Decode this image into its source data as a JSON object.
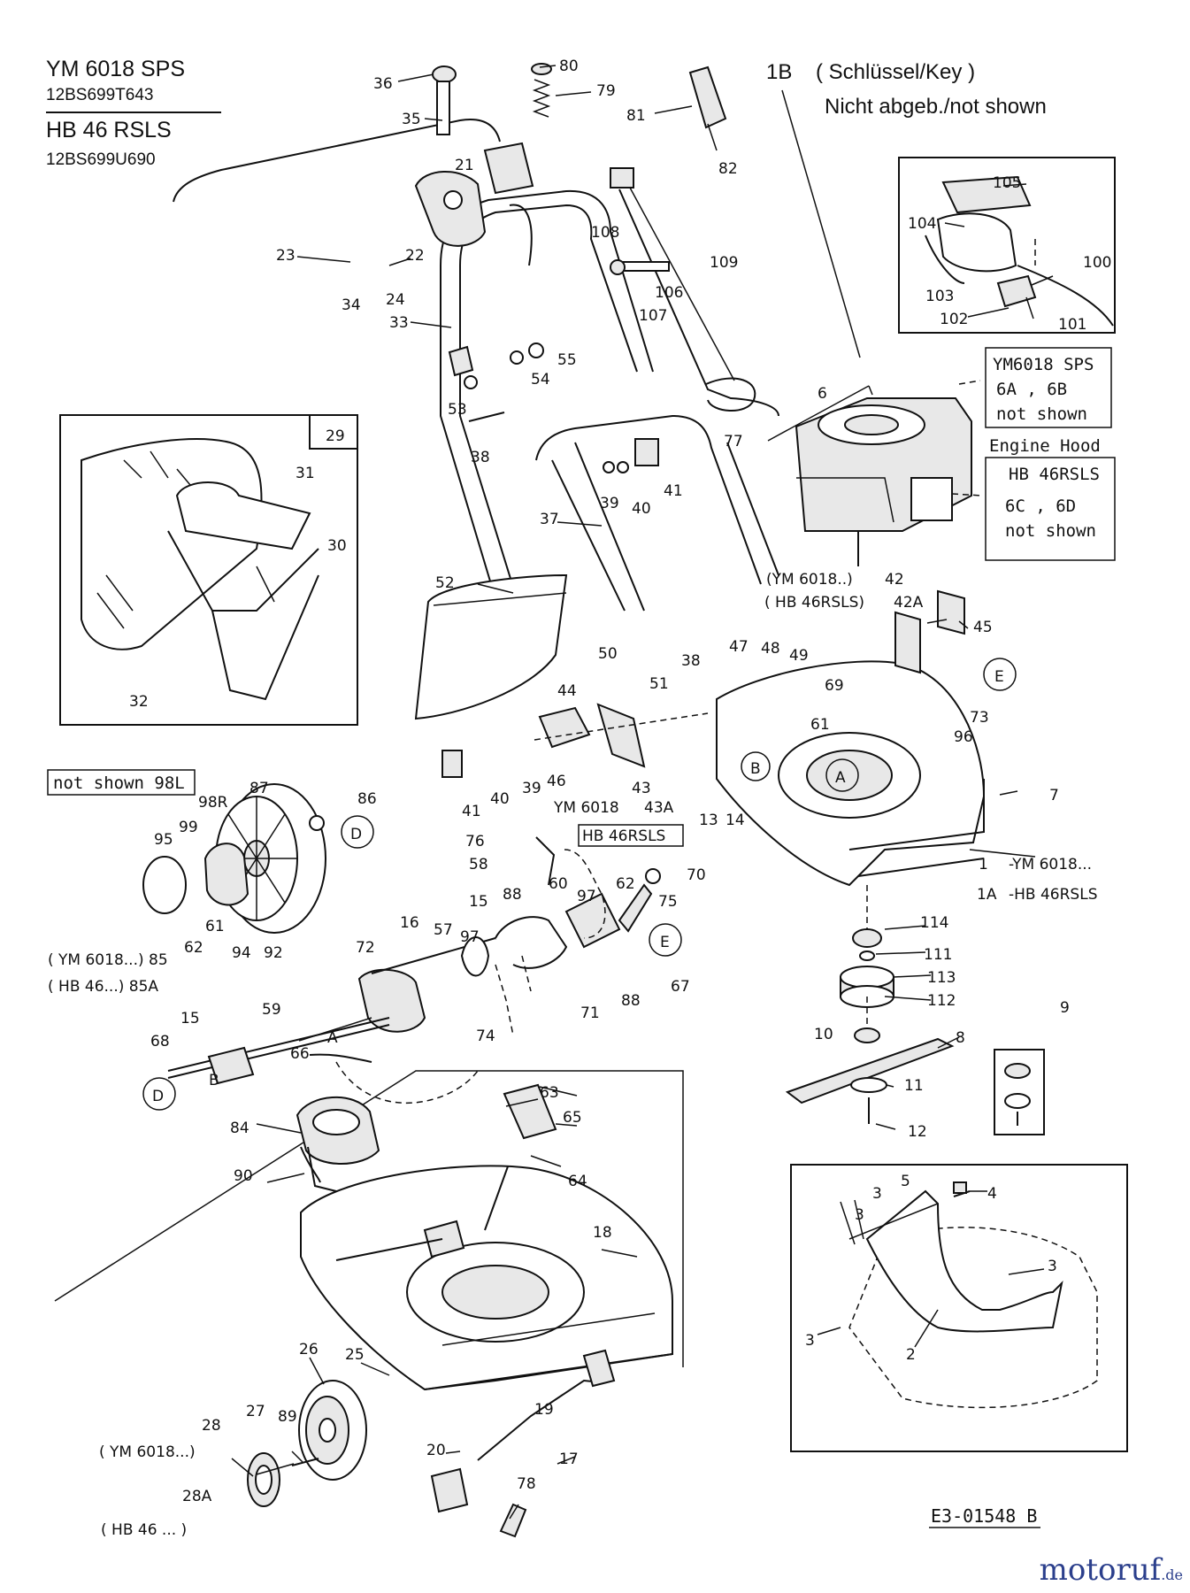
{
  "header": {
    "model_1": "YM 6018 SPS",
    "code_1": "12BS699T643",
    "model_2": "HB 46 RSLS",
    "code_2": "12BS699U690"
  },
  "key_note": {
    "item": "1B",
    "label": "( Schlüssel/Key )",
    "note": "Nicht abgeb./not shown"
  },
  "engine_notes": {
    "ym_title": "YM6018 SPS",
    "ym_items": "6A , 6B",
    "ym_not_shown": "not shown",
    "hood": "Engine Hood",
    "hb_title": "HB 46RSLS",
    "hb_items": "6C , 6D",
    "hb_not_shown": "not shown"
  },
  "labels": {
    "not_shown_98l": "not shown  98L",
    "ym6018_a": "(YM 6018..)",
    "hb46_a": "( HB 46RSLS)",
    "ym6018_43": "YM 6018",
    "hb46_43a": "HB 46RSLS",
    "ym6018_1": "-YM 6018...",
    "hb46_1a": "-HB 46RSLS",
    "ym6018_85": "( YM 6018...) 85",
    "hb46_85a": "( HB 46...) 85A",
    "ym6018_28": "( YM 6018...)",
    "hb46_28a": "( HB 46 ... )",
    "diagram_code": "E3-01548 B"
  },
  "callouts": [
    "36",
    "35",
    "80",
    "79",
    "81",
    "82",
    "21",
    "22",
    "23",
    "34",
    "24",
    "33",
    "108",
    "106",
    "107",
    "109",
    "105",
    "104",
    "100",
    "103",
    "102",
    "101",
    "55",
    "54",
    "53",
    "38",
    "77",
    "6",
    "29",
    "31",
    "30",
    "32",
    "39",
    "40",
    "41",
    "37",
    "42",
    "42A",
    "45",
    "52",
    "50",
    "51",
    "38",
    "47",
    "48",
    "49",
    "69",
    "61",
    "73",
    "96",
    "7",
    "44",
    "46",
    "43",
    "43A",
    "40",
    "39",
    "41",
    "13",
    "14",
    "1",
    "1A",
    "86",
    "87",
    "98R",
    "99",
    "95",
    "61",
    "62",
    "94",
    "92",
    "76",
    "58",
    "88",
    "60",
    "97",
    "62",
    "70",
    "75",
    "67",
    "88",
    "71",
    "15",
    "57",
    "97",
    "16",
    "72",
    "59",
    "74",
    "15",
    "68",
    "66",
    "114",
    "111",
    "113",
    "112",
    "9",
    "10",
    "8",
    "11",
    "12",
    "63",
    "65",
    "64",
    "84",
    "90",
    "18",
    "5",
    "4",
    "3",
    "3",
    "3",
    "3",
    "2",
    "26",
    "25",
    "28",
    "27",
    "89",
    "28A",
    "19",
    "17",
    "20",
    "78"
  ],
  "letter_markers": [
    "A",
    "B",
    "D",
    "E",
    "A",
    "B",
    "D",
    "E"
  ],
  "watermark": {
    "brand": "motoruf",
    "tld": ".de"
  }
}
